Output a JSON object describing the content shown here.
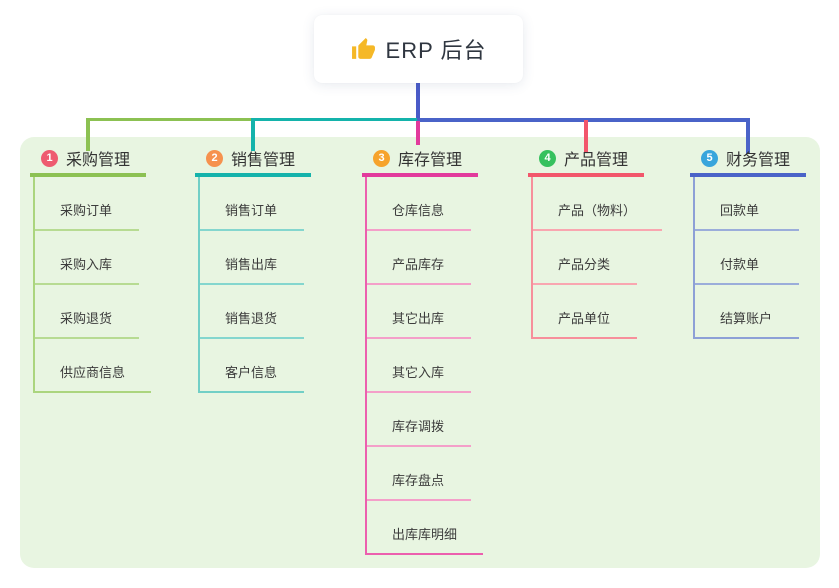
{
  "root": {
    "title": "ERP 后台",
    "icon": "thumbs-up-icon",
    "icon_color": "#f5b827",
    "connector_color": "#4a5bc8"
  },
  "canvas": {
    "background": "#ffffff",
    "panel_color": "#e8f5e1"
  },
  "branches": [
    {
      "badge": "1",
      "badge_color": "#ee5b70",
      "title": "采购管理",
      "line_color": "#8cc152",
      "trunk_color": "#abd57e",
      "child_line_color": "#b7db92",
      "children": [
        "采购订单",
        "采购入库",
        "采购退货",
        "供应商信息"
      ]
    },
    {
      "badge": "2",
      "badge_color": "#f6924e",
      "title": "销售管理",
      "line_color": "#14b3ab",
      "trunk_color": "#72cfc6",
      "child_line_color": "#84d6ce",
      "children": [
        "销售订单",
        "销售出库",
        "销售退货",
        "客户信息"
      ]
    },
    {
      "badge": "3",
      "badge_color": "#f6a32c",
      "title": "库存管理",
      "line_color": "#e23a9c",
      "trunk_color": "#ec5fae",
      "child_line_color": "#f49fc9",
      "children": [
        "仓库信息",
        "产品库存",
        "其它出库",
        "其它入库",
        "库存调拨",
        "库存盘点",
        "出库库明细"
      ]
    },
    {
      "badge": "4",
      "badge_color": "#36c15e",
      "title": "产品管理",
      "line_color": "#f2566b",
      "trunk_color": "#f78f9b",
      "child_line_color": "#f9a6b0",
      "children": [
        "产品（物料）",
        "产品分类",
        "产品单位"
      ]
    },
    {
      "badge": "5",
      "badge_color": "#38a5dc",
      "title": "财务管理",
      "line_color": "#4a63c8",
      "trunk_color": "#8da0d6",
      "child_line_color": "#9badda",
      "children": [
        "回款单",
        "付款单",
        "结算账户"
      ]
    }
  ]
}
